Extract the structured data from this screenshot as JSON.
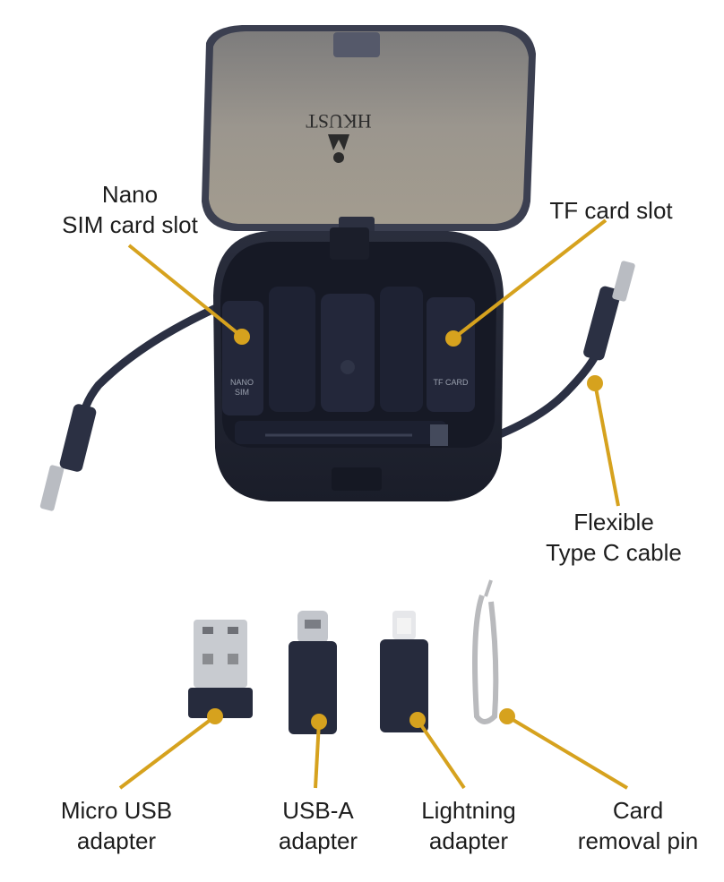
{
  "image": {
    "description_colors": {
      "background": "#ffffff",
      "case": "#1f2333",
      "lid": "#8f8a82",
      "leader_line": "#d6a21e"
    },
    "lid_logo_text": "HKUST",
    "case_slot_labels": [
      "NANO\nSIM",
      "TF CARD"
    ]
  },
  "labels": {
    "nano_sim": {
      "line1": "Nano",
      "line2": "SIM card slot"
    },
    "tf_card": {
      "line1": "TF card slot"
    },
    "type_c_cable": {
      "line1": "Flexible",
      "line2": "Type C cable"
    },
    "micro_usb": {
      "line1": "Micro USB",
      "line2": "adapter"
    },
    "usb_a": {
      "line1": "USB-A",
      "line2": "adapter"
    },
    "lightning": {
      "line1": "Lightning",
      "line2": "adapter"
    },
    "removal_pin": {
      "line1": "Card",
      "line2": "removal pin"
    }
  }
}
